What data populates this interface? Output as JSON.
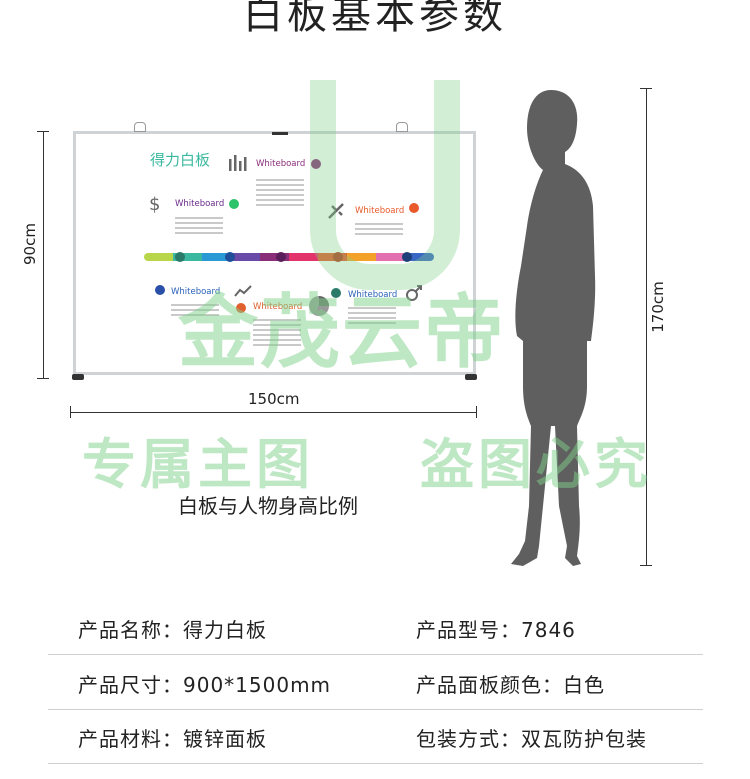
{
  "page_title": "白板基本参数",
  "board": {
    "title": "得力白板",
    "items": [
      {
        "label": "Whiteboard",
        "color": "#8b2e7a"
      },
      {
        "label": "Whiteboard",
        "color": "#6a2a8a"
      },
      {
        "label": "Whiteboard",
        "color": "#e8592b"
      },
      {
        "label": "Whiteboard",
        "color": "#2a63b8"
      },
      {
        "label": "Whiteboard",
        "color": "#e0612d"
      },
      {
        "label": "Whiteboard",
        "color": "#2a63b8"
      }
    ],
    "timeline_colors": [
      "#b9d64a",
      "#3bb9a0",
      "#2a9ad6",
      "#6a4aa8",
      "#8b2e7a",
      "#e2336a",
      "#e8592b",
      "#f4a12a",
      "#e26fb0",
      "#3b67c4"
    ]
  },
  "dimensions": {
    "board_height": "90cm",
    "board_width": "150cm",
    "person_height": "170cm"
  },
  "watermarks": {
    "brand": "金茂云帝",
    "line1": "专属主图",
    "line2": "盗图必究"
  },
  "caption": "白板与人物身高比例",
  "specs": [
    {
      "left_label": "产品名称：",
      "left_value": "得力白板",
      "right_label": "产品型号：",
      "right_value": "7846"
    },
    {
      "left_label": "产品尺寸：",
      "left_value": "900*1500mm",
      "right_label": "产品面板颜色：",
      "right_value": "白色"
    },
    {
      "left_label": "产品材料：",
      "left_value": "镀锌面板",
      "right_label": "包装方式：",
      "right_value": "双瓦防护包装"
    }
  ]
}
